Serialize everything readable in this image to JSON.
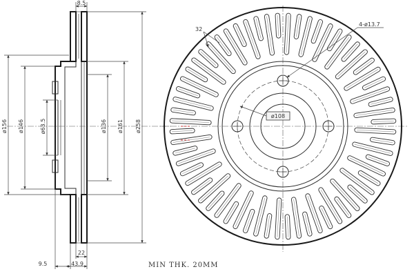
{
  "side_view": {
    "dims": {
      "width_top": "8.5",
      "d156": "ø156",
      "d146": "ø146",
      "d63": "ø63.5",
      "d136": "ø136",
      "d161": "ø161",
      "d258": "ø258",
      "offset_left": "9.5",
      "hub_22": "22",
      "overall_43": "43.9"
    }
  },
  "front_view": {
    "vane_count": "32",
    "bolt_holes": "4-ø13.7",
    "bore_label": "ø108"
  },
  "notes": {
    "min_thickness": "MIN THK. 20MM"
  }
}
